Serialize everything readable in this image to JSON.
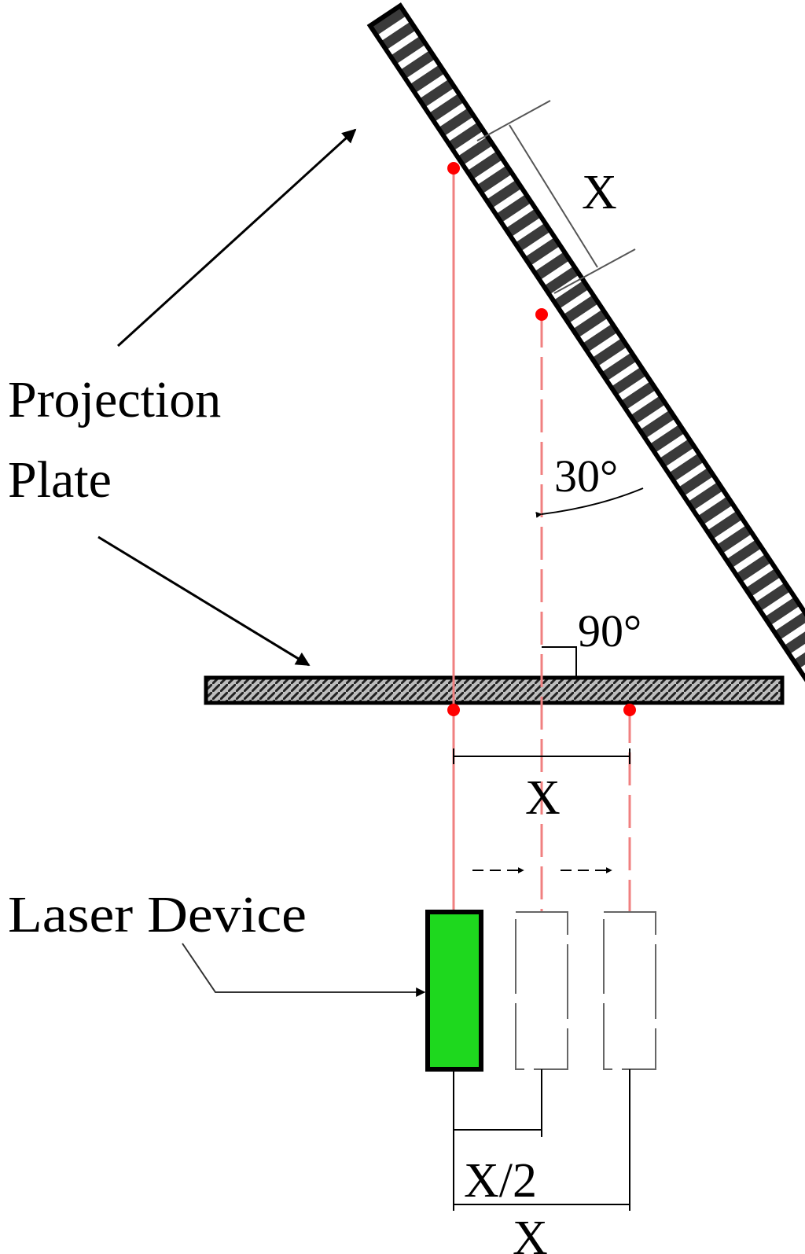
{
  "labels": {
    "projection": "Projection",
    "plate": "Plate",
    "laser_device": "Laser Device"
  },
  "dimensions": {
    "x_inclined": "X",
    "x_horizontal": "X",
    "x_half": "X/2",
    "x_bottom": "X"
  },
  "angles": {
    "inclined": "30°",
    "right": "90°"
  },
  "colors": {
    "laser_line": "#f08080",
    "laser_point": "#ff0000",
    "laser_device_fill": "#1ed81e",
    "outline": "#000000",
    "dimension_line": "#555555"
  }
}
